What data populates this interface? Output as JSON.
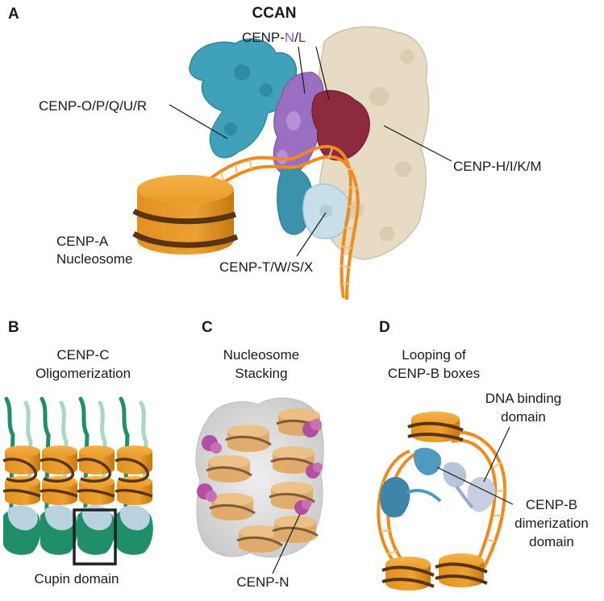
{
  "panels": {
    "a": {
      "letter": "A",
      "title": "CCAN",
      "cenp_n_prefix": "CENP-",
      "cenp_n_n": "N",
      "cenp_n_slash": "/",
      "cenp_n_l": "L",
      "opqur": "CENP-O/P/Q/U/R",
      "hikm": "CENP-H/I/K/M",
      "nucleosome_line1": "CENP-A",
      "nucleosome_line2": "Nucleosome",
      "twsx": "CENP-T/W/S/X"
    },
    "b": {
      "letter": "B",
      "title_line1": "CENP-C",
      "title_line2": "Oligomerization",
      "footer": "Cupin domain"
    },
    "c": {
      "letter": "C",
      "title_line1": "Nucleosome",
      "title_line2": "Stacking",
      "footer": "CENP-N"
    },
    "d": {
      "letter": "D",
      "title_line1": "Looping of",
      "title_line2": "CENP-B boxes",
      "dna_line1": "DNA binding",
      "dna_line2": "domain",
      "dimer_line1": "CENP-B",
      "dimer_line2": "dimerization",
      "dimer_line3": "domain"
    }
  },
  "colors": {
    "nucleosome": "#e8961e",
    "nucleosome_dark": "#c97a10",
    "dna_wrap": "#5a3412",
    "dna": "#f08a1c",
    "opqur": "#3a9db5",
    "cenp_n": "#9a6fc0",
    "cenp_l": "#8e2a3e",
    "hikm": "#e5dcc5",
    "twsx": "#c6dfe8",
    "cenp_c": "#1e8f68",
    "cupin_light": "#b9d3de",
    "cenp_n_c": "#b34fa0",
    "cenp_b": "#3c84a8",
    "cenp_b_light": "#c8cfe0"
  }
}
